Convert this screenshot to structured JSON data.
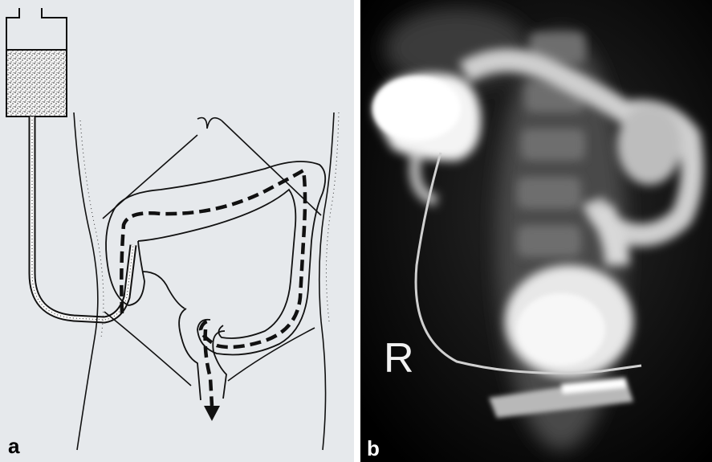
{
  "figure": {
    "panel_a": {
      "label": "a"
    },
    "panel_b": {
      "label": "b",
      "orientation_marker": "R"
    }
  }
}
